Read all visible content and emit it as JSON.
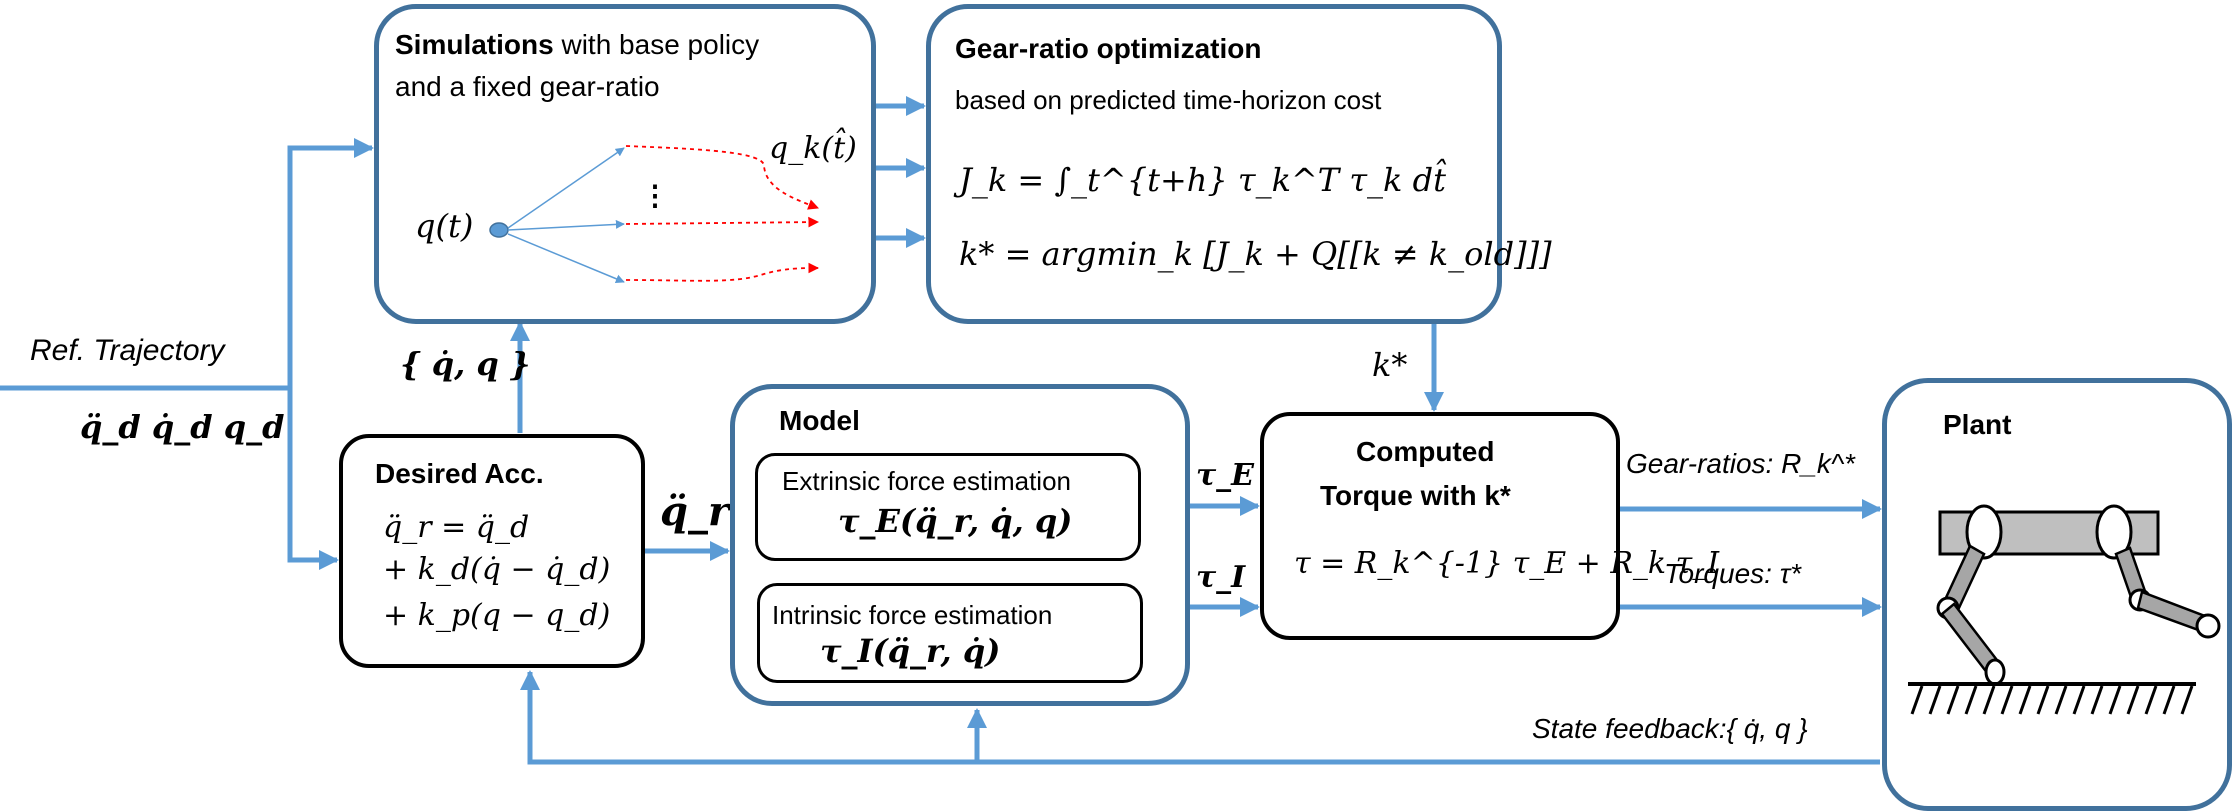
{
  "colors": {
    "wire": "#5b9bd5",
    "box_border": "#41719c",
    "sim_arrow": "#5b9bd5",
    "sim_dashed": "#ff0000"
  },
  "input": {
    "label": "Ref. Trajectory",
    "signals": "q̈_d  q̇_d  q_d"
  },
  "simulations": {
    "title_bold": "Simulations",
    "title_rest": " with base policy",
    "line2": "and a fixed gear-ratio",
    "q_t": "q(t)",
    "q_k": "q_k(t̂)",
    "dots": "⋮"
  },
  "gear_opt": {
    "title": "Gear-ratio optimization",
    "subtitle": "based on predicted time-horizon cost",
    "eq1": "J_k = ∫_t^{t+h} τ_k^T τ_k dt̂",
    "eq2": "k* = argmin_k [J_k + Q[[k ≠ k_old]]]"
  },
  "k_star_label": "k*",
  "state_set_label": "{ q̇, q }",
  "desired_acc": {
    "title": "Desired Acc.",
    "line1": "q̈_r = q̈_d",
    "line2": "+ k_d(q̇ − q̇_d)",
    "line3": "+ k_p(q − q_d)"
  },
  "qr_label": "q̈_r",
  "model": {
    "title": "Model",
    "extrinsic_title": "Extrinsic force estimation",
    "extrinsic_eq": "τ_E(q̈_r, q̇, q)",
    "intrinsic_title": "Intrinsic force estimation",
    "intrinsic_eq": "τ_I(q̈_r, q̇)"
  },
  "tau_E_label": "τ_E",
  "tau_I_label": "τ_I",
  "computed": {
    "line1": "Computed",
    "line2": "Torque with k*",
    "eq": "τ = R_k^{-1} τ_E + R_k τ_I"
  },
  "gear_ratios_label": "Gear-ratios: R_k^*",
  "torques_label": "Torques: τ*",
  "plant": {
    "title": "Plant"
  },
  "feedback_label": "State feedback:{ q̇, q }"
}
